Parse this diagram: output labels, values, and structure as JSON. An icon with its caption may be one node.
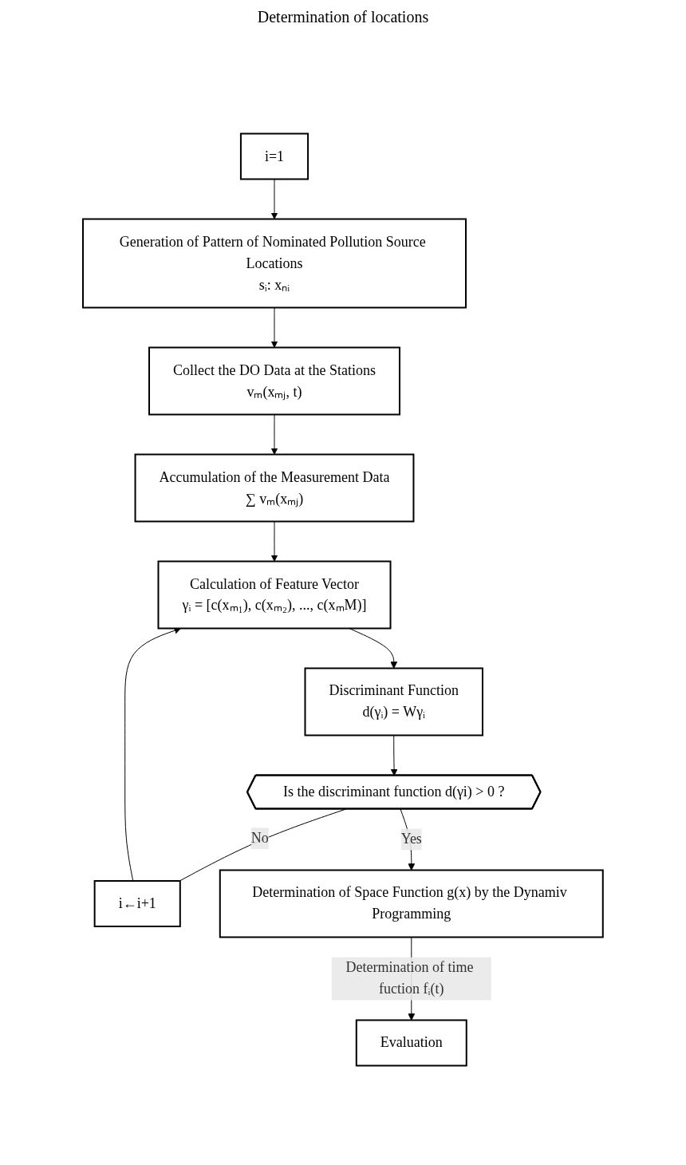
{
  "diagram": {
    "nodes": [
      {
        "text": [
          "i=1"
        ]
      },
      {
        "text": [
          "Generation of Pattern of Nominated Pollution Source Locations",
          "sᵢ: xₙᵢ"
        ]
      },
      {
        "text": [
          "Collect the DO Data at the Stations",
          "vₘ(xₘⱼ, t)"
        ]
      },
      {
        "text": [
          "Accumulation of the Measurement Data",
          "∑ vₘ(xₘⱼ)"
        ]
      },
      {
        "text": [
          "Calculation of Feature Vector",
          "γᵢ = [c(xₘ₁), c(xₘ₂), ..., c(xₘM)]"
        ]
      },
      {
        "text": [
          "Discriminant Function",
          "d(γᵢ) = Wγᵢ"
        ]
      },
      {
        "text": [
          "Is the discriminant function d(γi) > 0 ?"
        ]
      },
      {
        "text": [
          "i←i+1"
        ]
      },
      {
        "text": [
          "Determination of Space Function g(x) by the Dynamiv Programming"
        ]
      },
      {
        "text": [
          "Evaluation"
        ]
      }
    ],
    "edges": [
      {
        "from": 0,
        "to": 1,
        "arrow": "to"
      },
      {
        "from": 1,
        "to": 2,
        "arrow": "to"
      },
      {
        "from": 2,
        "to": 3,
        "arrow": "to"
      },
      {
        "from": 3,
        "to": 4,
        "arrow": "to"
      },
      {
        "from": 4,
        "to": 5,
        "arrow": "to"
      },
      {
        "from": 5,
        "to": 6,
        "arrow": "to"
      },
      {
        "from": 6,
        "to": 7,
        "arrow": "none",
        "label": "No"
      },
      {
        "from": 7,
        "to": 4,
        "arrow": "to"
      },
      {
        "from": 6,
        "to": 8,
        "arrow": "to",
        "label": "Yes"
      },
      {
        "from": 8,
        "to": 9,
        "arrow": "to",
        "label": "Determination of time fuction fᵢ(t)"
      }
    ],
    "labels": [
      "Determination of locations"
    ]
  }
}
